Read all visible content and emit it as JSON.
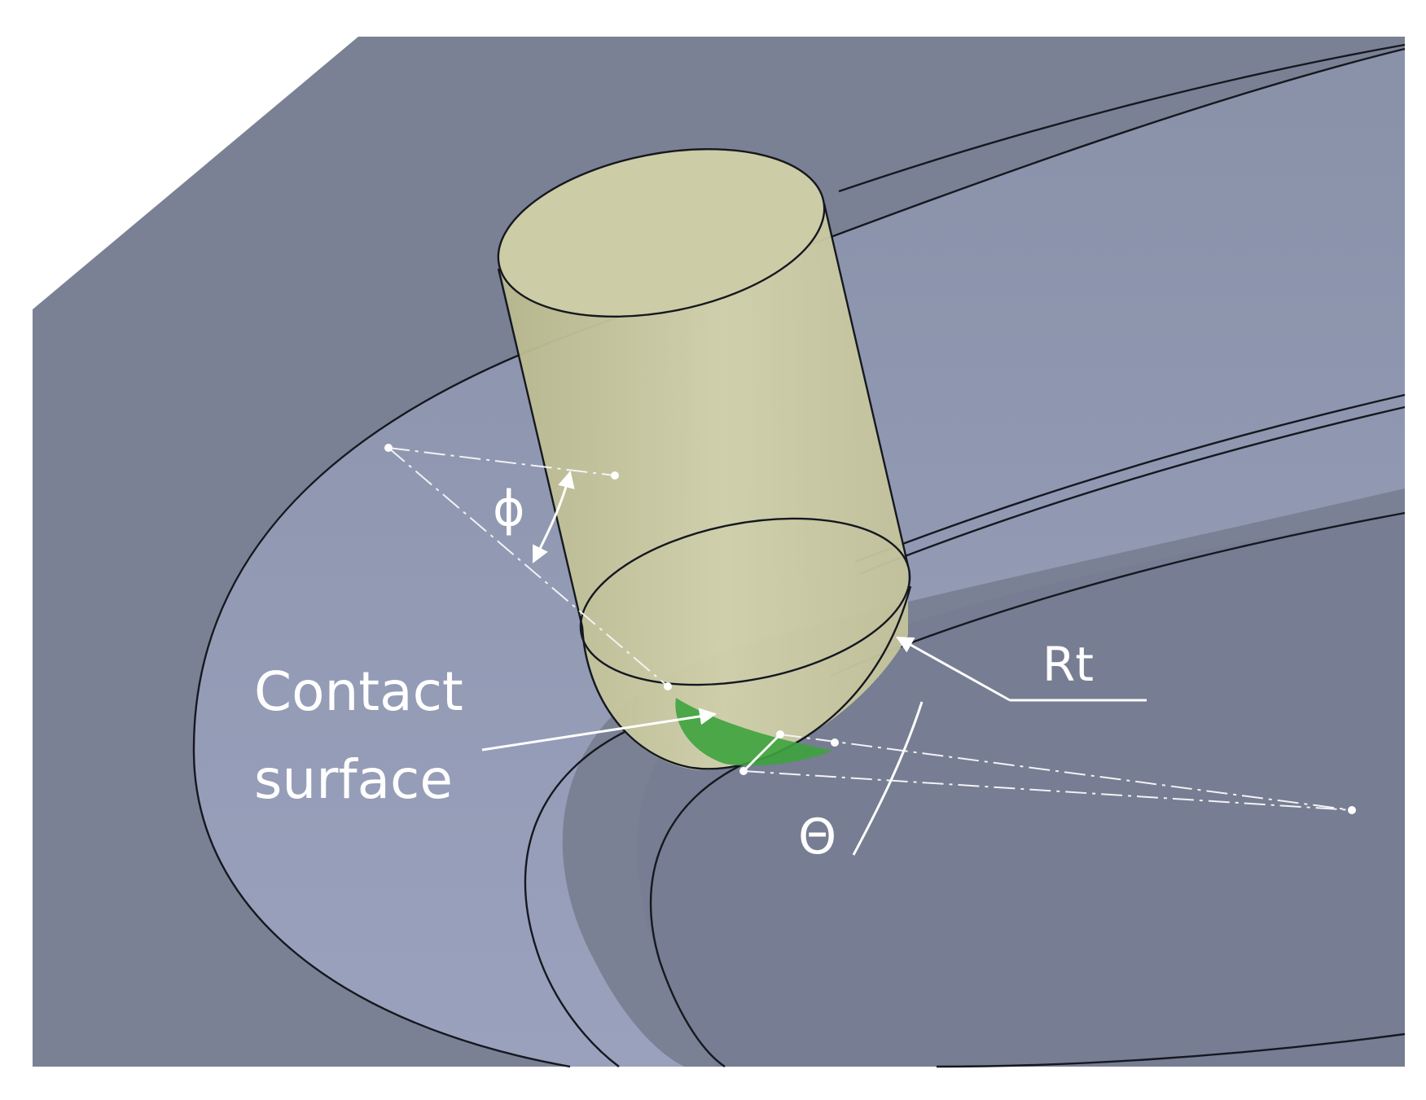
{
  "labels": {
    "phi": "ϕ",
    "theta": "Θ",
    "rt": "Rt",
    "contact_line1": "Contact",
    "contact_line2": "surface"
  },
  "colors": {
    "plate": "#7b8194",
    "groove": "#9aa3bc",
    "tool": "#c9c9a0",
    "contact": "#3da33d",
    "annotation": "#ffffff"
  }
}
